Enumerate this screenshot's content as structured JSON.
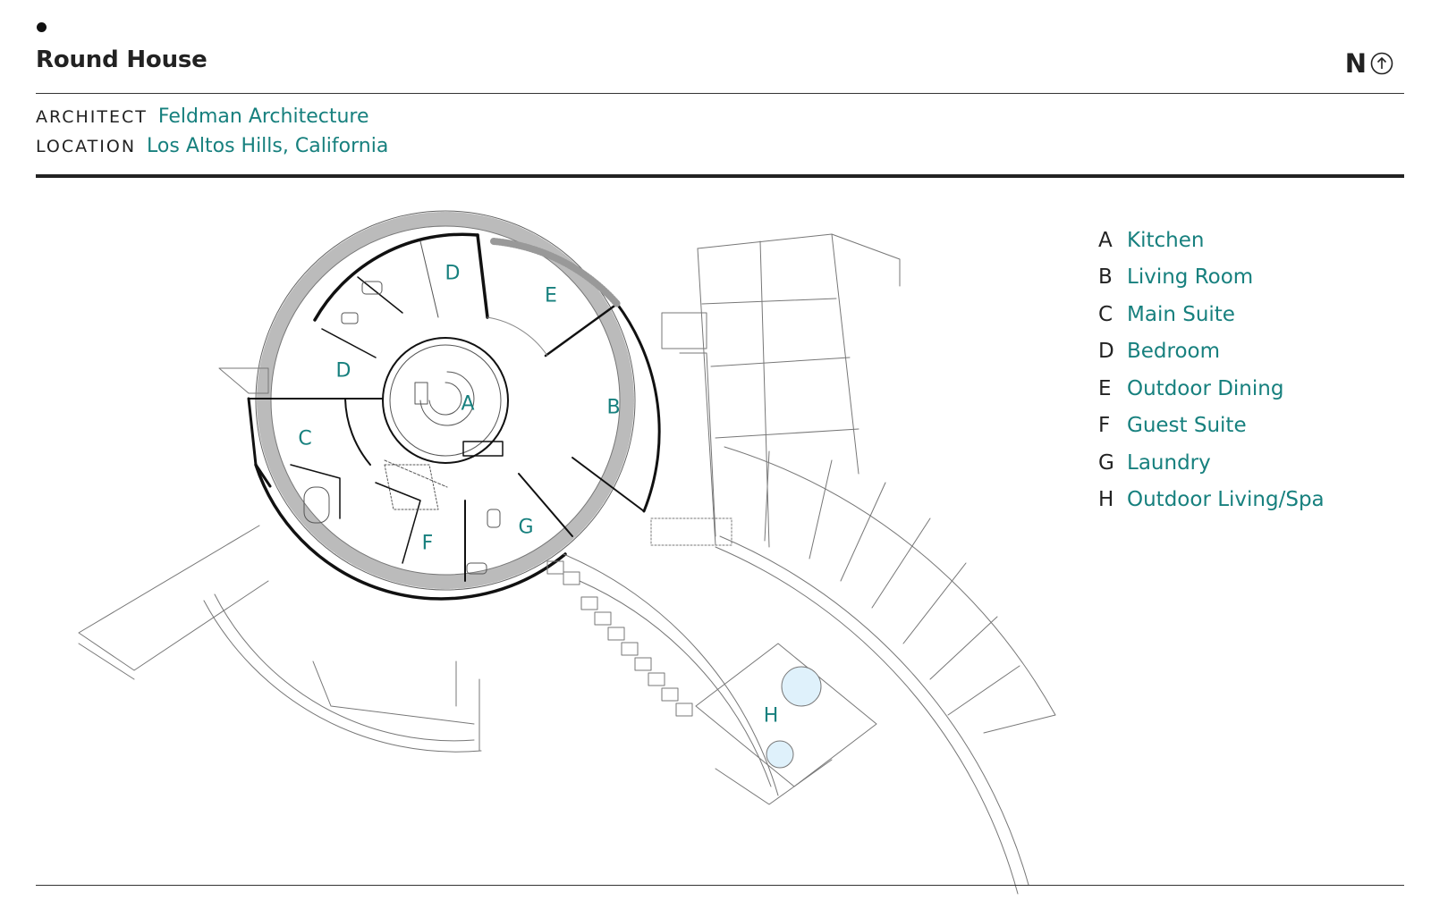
{
  "header": {
    "title": "Round House",
    "north_letter": "N"
  },
  "meta": {
    "architect_label": "ARCHITECT",
    "architect_value": "Feldman Architecture",
    "location_label": "LOCATION",
    "location_value": "Los Altos Hills, California"
  },
  "legend": [
    {
      "letter": "A",
      "name": "Kitchen"
    },
    {
      "letter": "B",
      "name": "Living Room"
    },
    {
      "letter": "C",
      "name": "Main Suite"
    },
    {
      "letter": "D",
      "name": "Bedroom"
    },
    {
      "letter": "E",
      "name": "Outdoor Dining"
    },
    {
      "letter": "F",
      "name": "Guest Suite"
    },
    {
      "letter": "G",
      "name": "Laundry"
    },
    {
      "letter": "H",
      "name": "Outdoor Living/Spa"
    }
  ],
  "plan_labels": {
    "a": "A",
    "b": "B",
    "c": "C",
    "d1": "D",
    "d2": "D",
    "e": "E",
    "f": "F",
    "g": "G",
    "h": "H"
  },
  "colors": {
    "accent": "#17807e",
    "ink": "#222222",
    "pool": "#dff1fb"
  }
}
